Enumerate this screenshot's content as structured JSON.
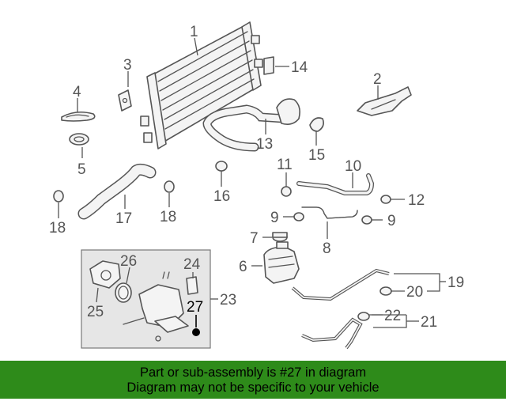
{
  "callouts": [
    {
      "id": "1",
      "label": "1"
    },
    {
      "id": "2",
      "label": "2"
    },
    {
      "id": "3",
      "label": "3"
    },
    {
      "id": "4",
      "label": "4"
    },
    {
      "id": "5",
      "label": "5"
    },
    {
      "id": "6",
      "label": "6"
    },
    {
      "id": "7",
      "label": "7"
    },
    {
      "id": "8",
      "label": "8"
    },
    {
      "id": "9a",
      "label": "9"
    },
    {
      "id": "9b",
      "label": "9"
    },
    {
      "id": "10",
      "label": "10"
    },
    {
      "id": "11",
      "label": "11"
    },
    {
      "id": "12",
      "label": "12"
    },
    {
      "id": "13",
      "label": "13"
    },
    {
      "id": "14",
      "label": "14"
    },
    {
      "id": "15",
      "label": "15"
    },
    {
      "id": "16",
      "label": "16"
    },
    {
      "id": "17",
      "label": "17"
    },
    {
      "id": "18a",
      "label": "18"
    },
    {
      "id": "18b",
      "label": "18"
    },
    {
      "id": "19",
      "label": "19"
    },
    {
      "id": "20",
      "label": "20"
    },
    {
      "id": "21",
      "label": "21"
    },
    {
      "id": "22",
      "label": "22"
    },
    {
      "id": "23",
      "label": "23"
    },
    {
      "id": "24",
      "label": "24"
    },
    {
      "id": "25",
      "label": "25"
    },
    {
      "id": "26",
      "label": "26"
    },
    {
      "id": "27",
      "label": "27"
    }
  ],
  "highlight_callout": "27",
  "banner": {
    "line1": "Part or sub-assembly is #27 in diagram",
    "line2": "Diagram may not be specific to your vehicle",
    "background_color": "#2e8b1a"
  }
}
